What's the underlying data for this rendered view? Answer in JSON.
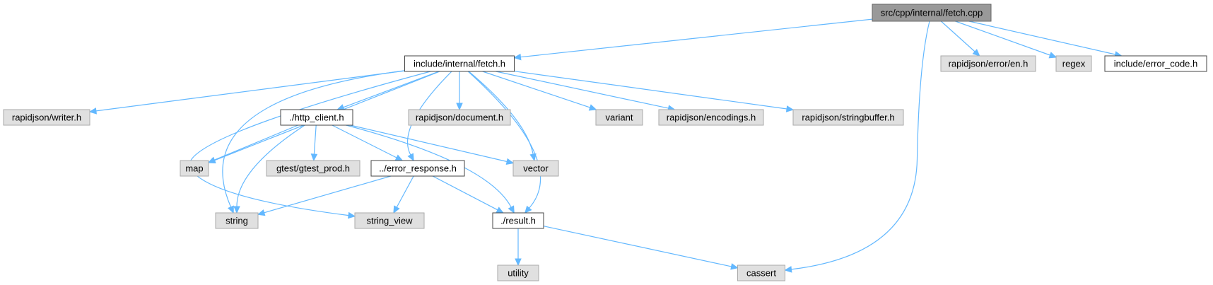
{
  "colors": {
    "root_fill": "#999999",
    "root_stroke": "#666666",
    "documented_fill": "#ffffff",
    "documented_stroke": "#444444",
    "system_fill": "#e0e0e0",
    "system_stroke": "#aaaaaa",
    "edge": "#63b8ff"
  },
  "nodes": [
    {
      "id": "fetch_cpp",
      "label": "src/cpp/internal/fetch.cpp",
      "kind": "root"
    },
    {
      "id": "fetch_h",
      "label": "include/internal/fetch.h",
      "kind": "documented"
    },
    {
      "id": "error_en",
      "label": "rapidjson/error/en.h",
      "kind": "system"
    },
    {
      "id": "regex",
      "label": "regex",
      "kind": "system"
    },
    {
      "id": "error_code",
      "label": "include/error_code.h",
      "kind": "documented"
    },
    {
      "id": "writer",
      "label": "rapidjson/writer.h",
      "kind": "system"
    },
    {
      "id": "http_client",
      "label": "./http_client.h",
      "kind": "documented"
    },
    {
      "id": "document",
      "label": "rapidjson/document.h",
      "kind": "system"
    },
    {
      "id": "variant",
      "label": "variant",
      "kind": "system"
    },
    {
      "id": "encodings",
      "label": "rapidjson/encodings.h",
      "kind": "system"
    },
    {
      "id": "stringbuffer",
      "label": "rapidjson/stringbuffer.h",
      "kind": "system"
    },
    {
      "id": "map",
      "label": "map",
      "kind": "system"
    },
    {
      "id": "gtest_prod",
      "label": "gtest/gtest_prod.h",
      "kind": "system"
    },
    {
      "id": "error_response",
      "label": "../error_response.h",
      "kind": "documented"
    },
    {
      "id": "vector",
      "label": "vector",
      "kind": "system"
    },
    {
      "id": "string",
      "label": "string",
      "kind": "system"
    },
    {
      "id": "string_view",
      "label": "string_view",
      "kind": "system"
    },
    {
      "id": "result",
      "label": "./result.h",
      "kind": "documented"
    },
    {
      "id": "utility",
      "label": "utility",
      "kind": "system"
    },
    {
      "id": "cassert",
      "label": "cassert",
      "kind": "system"
    }
  ],
  "edges": [
    {
      "from": "fetch_cpp",
      "to": "fetch_h"
    },
    {
      "from": "fetch_cpp",
      "to": "error_en"
    },
    {
      "from": "fetch_cpp",
      "to": "regex"
    },
    {
      "from": "fetch_cpp",
      "to": "error_code"
    },
    {
      "from": "fetch_cpp",
      "to": "cassert"
    },
    {
      "from": "fetch_h",
      "to": "writer"
    },
    {
      "from": "fetch_h",
      "to": "http_client"
    },
    {
      "from": "fetch_h",
      "to": "document"
    },
    {
      "from": "fetch_h",
      "to": "variant"
    },
    {
      "from": "fetch_h",
      "to": "encodings"
    },
    {
      "from": "fetch_h",
      "to": "stringbuffer"
    },
    {
      "from": "fetch_h",
      "to": "map"
    },
    {
      "from": "fetch_h",
      "to": "error_response"
    },
    {
      "from": "fetch_h",
      "to": "vector"
    },
    {
      "from": "fetch_h",
      "to": "string"
    },
    {
      "from": "fetch_h",
      "to": "string_view"
    },
    {
      "from": "fetch_h",
      "to": "result"
    },
    {
      "from": "http_client",
      "to": "map"
    },
    {
      "from": "http_client",
      "to": "gtest_prod"
    },
    {
      "from": "http_client",
      "to": "error_response"
    },
    {
      "from": "http_client",
      "to": "vector"
    },
    {
      "from": "http_client",
      "to": "string"
    },
    {
      "from": "http_client",
      "to": "result"
    },
    {
      "from": "error_response",
      "to": "string"
    },
    {
      "from": "error_response",
      "to": "string_view"
    },
    {
      "from": "error_response",
      "to": "result"
    },
    {
      "from": "result",
      "to": "utility"
    },
    {
      "from": "result",
      "to": "cassert"
    }
  ]
}
